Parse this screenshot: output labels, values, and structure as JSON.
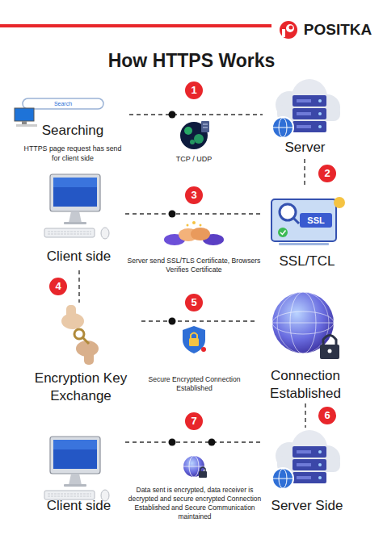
{
  "diagram": {
    "title": "How HTTPS Works",
    "nodes": [
      {
        "text": [
          "Searching",
          "HTTPS page request has send for client side"
        ]
      },
      {
        "text": [
          "Server"
        ]
      },
      {
        "text": [
          "Client side"
        ]
      },
      {
        "text": [
          "SSL/TCL"
        ]
      },
      {
        "text": [
          "Encryption Key Exchange"
        ]
      },
      {
        "text": [
          "Connection Established"
        ]
      },
      {
        "text": [
          "Client side"
        ]
      },
      {
        "text": [
          "Server Side"
        ]
      }
    ],
    "edges": [
      {
        "from": 0,
        "to": 1,
        "arrow": "none",
        "label": "TCP / UDP"
      },
      {
        "from": 1,
        "to": 3,
        "arrow": "none"
      },
      {
        "from": 2,
        "to": 3,
        "arrow": "none",
        "label": "Server send SSL/TLS Certificate, Browsers Verifies Certificate"
      },
      {
        "from": 2,
        "to": 4,
        "arrow": "none"
      },
      {
        "from": 4,
        "to": 5,
        "arrow": "none",
        "label": "Secure Encrypted Connection Established"
      },
      {
        "from": 5,
        "to": 7,
        "arrow": "none"
      },
      {
        "from": 6,
        "to": 7,
        "arrow": "none",
        "label": "Data sent is encrypted, data receiver is decrypted and secure encrypted Connection Established and Secure Communication maintained"
      }
    ],
    "labels": [
      "POSITKA",
      "Search",
      "1",
      "2",
      "3",
      "SSL",
      "4",
      "5",
      "6",
      "7"
    ]
  }
}
